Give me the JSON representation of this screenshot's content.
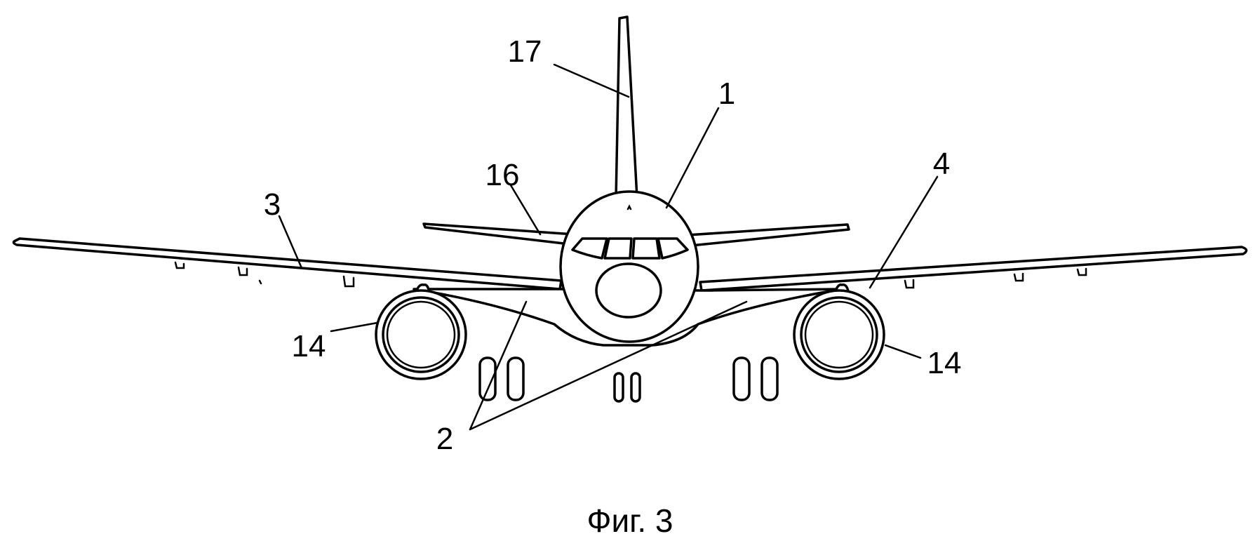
{
  "labels": {
    "fuselage": "1",
    "wing_roots": "2",
    "left_wing": "3",
    "right_wing": "4",
    "engine_left": "14",
    "engine_right": "14",
    "horizontal_stabilizer": "16",
    "vertical_fin": "17"
  },
  "caption": "Фиг. 3"
}
